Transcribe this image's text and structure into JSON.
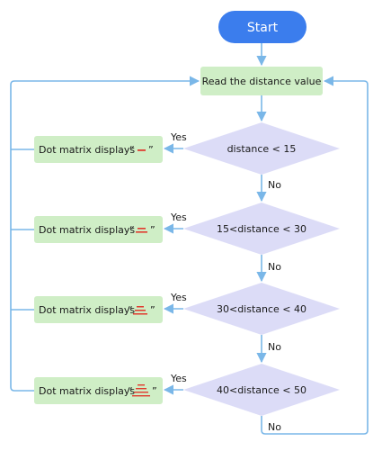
{
  "start": {
    "label": "Start"
  },
  "read": {
    "label": "Read the distance value"
  },
  "decisions": [
    {
      "condition": "distance < 15",
      "yes": "Yes",
      "no": "No"
    },
    {
      "condition": "15<distance < 30",
      "yes": "Yes",
      "no": "No"
    },
    {
      "condition": "30<distance < 40",
      "yes": "Yes",
      "no": "No"
    },
    {
      "condition": "40<distance < 50",
      "yes": "Yes",
      "no": "No"
    }
  ],
  "actions": [
    {
      "label": "Dot matrix displays",
      "quote_open": "“",
      "quote_close": "”",
      "bars": 1
    },
    {
      "label": "Dot matrix displays",
      "quote_open": "“",
      "quote_close": "”",
      "bars": 2
    },
    {
      "label": "Dot matrix displays",
      "quote_open": "“",
      "quote_close": "”",
      "bars": 3
    },
    {
      "label": "Dot matrix displays",
      "quote_open": "“",
      "quote_close": "”",
      "bars": 4
    }
  ],
  "colors": {
    "start_fill": "#3b7ded",
    "process_fill": "#cfeec6",
    "decision_fill": "#dcdcf7",
    "edge": "#7ab7e8",
    "bar_mark": "#e03a2e"
  }
}
